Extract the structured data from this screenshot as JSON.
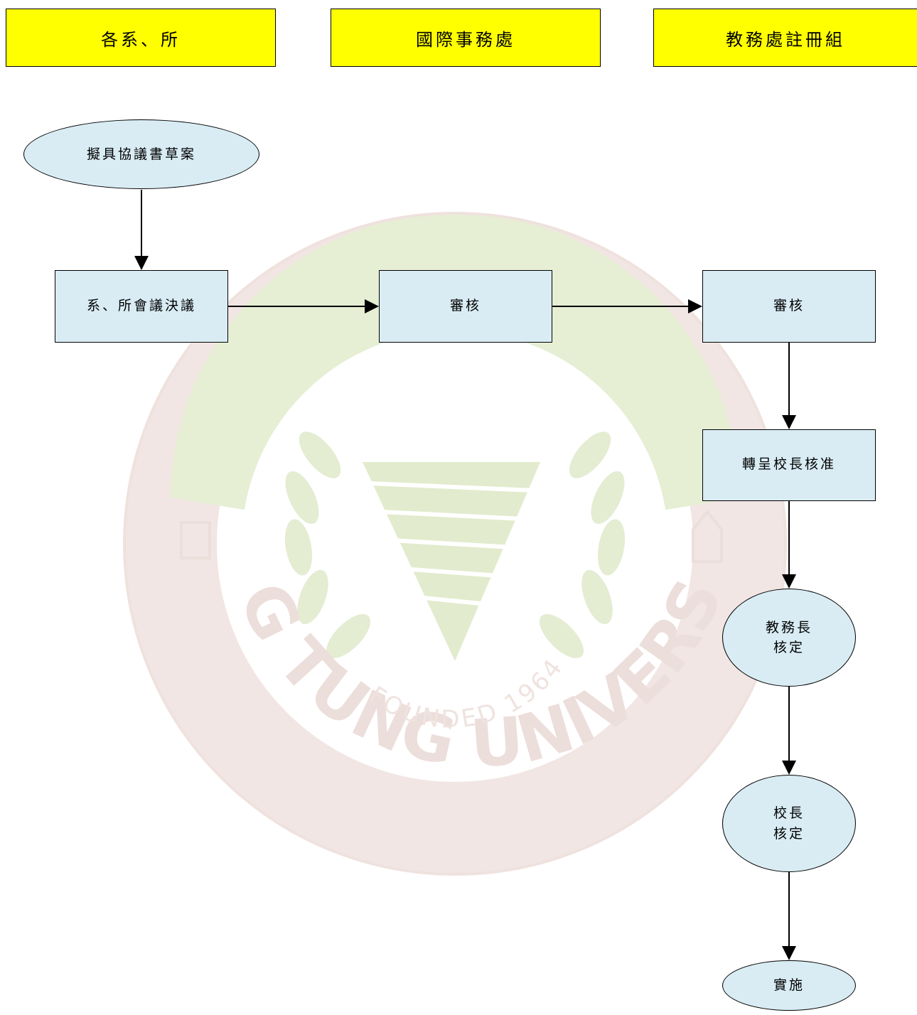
{
  "lanes": {
    "dept": "各系、所",
    "intl": "國際事務處",
    "registry": "教務處註冊組"
  },
  "nodes": {
    "draft": "擬具協議書草案",
    "dept_resolution": "系、所會議決議",
    "intl_review": "審核",
    "registry_review": "審核",
    "forward_president": "轉呈校長核准",
    "dean_approve_line1": "教務長",
    "dean_approve_line2": "核定",
    "president_approve_line1": "校長",
    "president_approve_line2": "核定",
    "implement": "實施"
  },
  "watermark": {
    "text_university": "LING TUNG UNIVERSITY",
    "text_founded": "FOUNDED 1964",
    "logo": "university-seal-logo"
  },
  "colors": {
    "lane_fill": "#ffff00",
    "node_fill": "#d9ecf4",
    "watermark_green": "#dfe9c9",
    "watermark_brown": "#eadfdc"
  }
}
